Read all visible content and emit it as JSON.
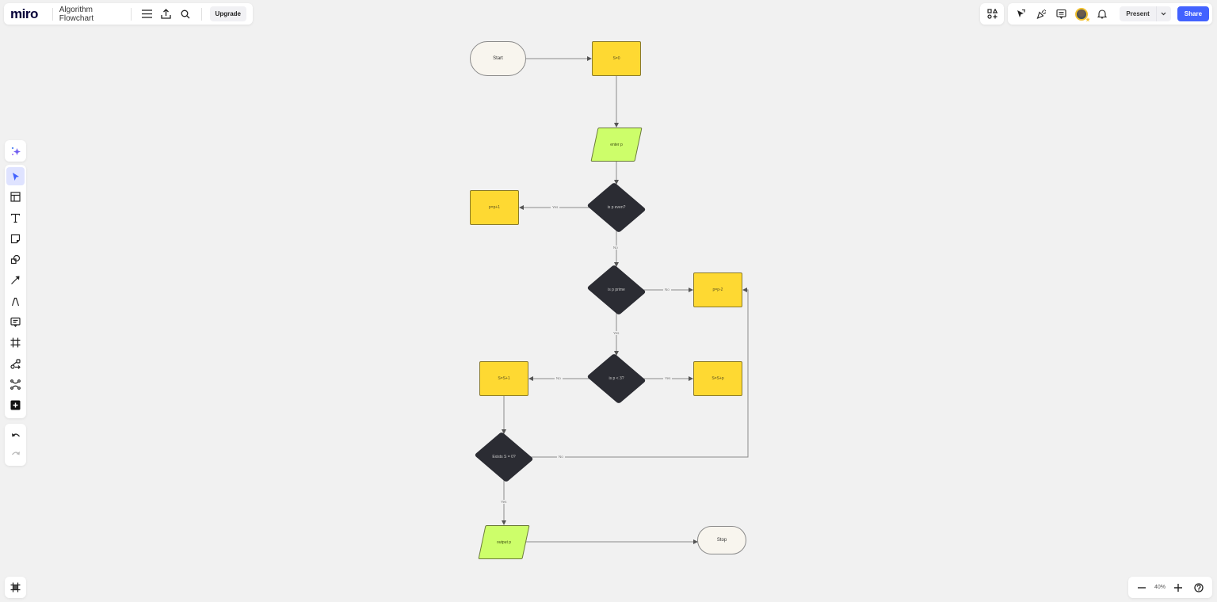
{
  "app": {
    "logo": "miro",
    "board_title": "Algorithm Flowchart",
    "upgrade_label": "Upgrade"
  },
  "topbar_left_icons": [
    "menu-icon",
    "export-icon",
    "search-icon"
  ],
  "topbar_right": {
    "icons": [
      "apps-icon",
      "cursor-follow-icon",
      "celebrate-icon",
      "comments-icon",
      "avatar",
      "notifications-icon"
    ],
    "present_label": "Present",
    "share_label": "Share",
    "colors": {
      "share_bg": "#4262ff"
    }
  },
  "left_toolbar": {
    "ai_tool": "ai-sparkle-icon",
    "tools": [
      {
        "name": "select",
        "icon": "cursor-icon",
        "active": true
      },
      {
        "name": "templates",
        "icon": "templates-icon"
      },
      {
        "name": "text",
        "icon": "text-icon"
      },
      {
        "name": "sticky-note",
        "icon": "sticky-note-icon"
      },
      {
        "name": "shapes",
        "icon": "shapes-icon"
      },
      {
        "name": "connection-line",
        "icon": "arrow-icon"
      },
      {
        "name": "pen",
        "icon": "pen-icon"
      },
      {
        "name": "comment",
        "icon": "comment-icon"
      },
      {
        "name": "frame",
        "icon": "frame-icon"
      },
      {
        "name": "diagram",
        "icon": "diagram-icon"
      },
      {
        "name": "mind-map",
        "icon": "mindmap-icon"
      },
      {
        "name": "more-apps",
        "icon": "plus-square-icon"
      }
    ],
    "undo": "undo-icon",
    "redo": "redo-icon"
  },
  "frames_button": "frames-icon",
  "zoom": {
    "level": "40%",
    "minus": "−",
    "plus": "+",
    "help": "?"
  },
  "flowchart": {
    "nodes": {
      "start": "Start",
      "init_s": "S=0",
      "enter_p": "enter p",
      "is_even": "is p even?",
      "p_plus_1": "p=p+1",
      "is_prime": "is p prime",
      "p_minus_2": "p=p-2",
      "is_lt3": "is p < 3?",
      "s_plus_1": "S=S+1",
      "s_plus_p": "S=S+p",
      "exists": "Exists S = 0?",
      "output": "output p",
      "stop": "Stop"
    },
    "edge_labels": {
      "even_yes": "Yes",
      "even_no": "No",
      "prime_no": "No",
      "prime_yes": "Yes",
      "lt3_no": "No",
      "lt3_yes": "Yes",
      "exists_no": "No",
      "exists_yes": "Yes"
    },
    "colors": {
      "terminator": "#f8f5ee",
      "process": "#fed932",
      "io": "#cdfe6a",
      "decision": "#2b2c33",
      "canvas": "#f1f1f1"
    }
  }
}
